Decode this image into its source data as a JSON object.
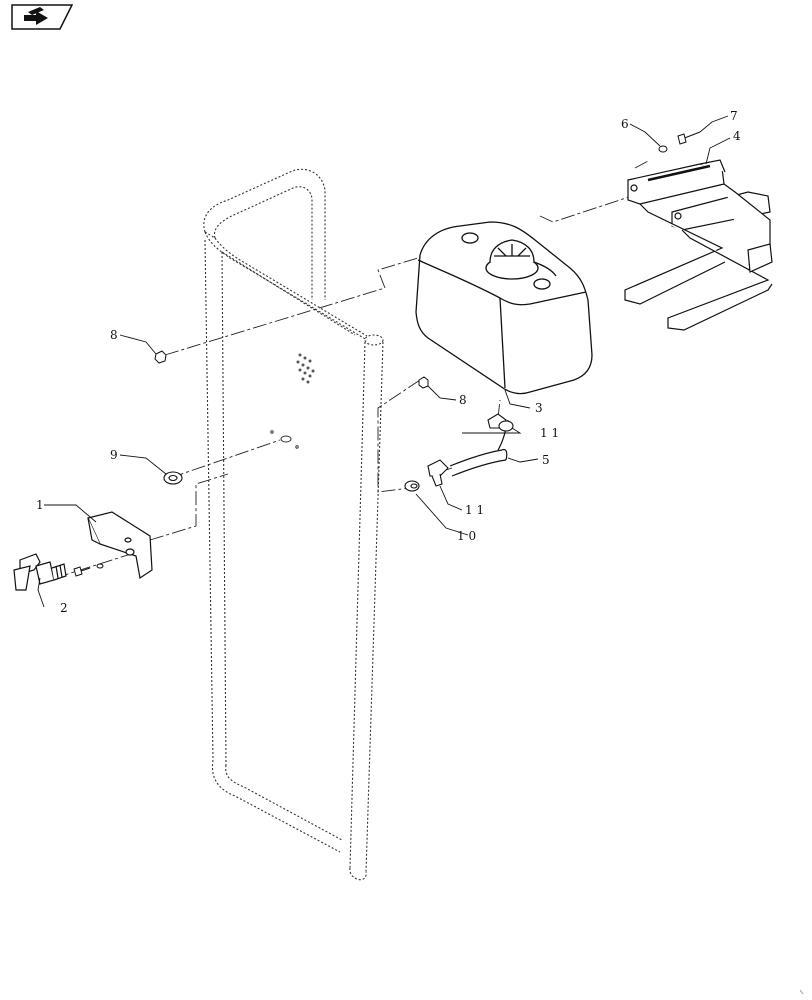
{
  "nav": {
    "icon": "next-page-arrow-icon"
  },
  "callouts": [
    {
      "id": "c1",
      "label": "1"
    },
    {
      "id": "c2",
      "label": "2"
    },
    {
      "id": "c3",
      "label": "3"
    },
    {
      "id": "c4",
      "label": "4"
    },
    {
      "id": "c5",
      "label": "5"
    },
    {
      "id": "c6",
      "label": "6"
    },
    {
      "id": "c7",
      "label": "7"
    },
    {
      "id": "c8a",
      "label": "8"
    },
    {
      "id": "c8b",
      "label": "8"
    },
    {
      "id": "c9",
      "label": "9"
    },
    {
      "id": "c10",
      "label": "1 0"
    },
    {
      "id": "c11a",
      "label": "1 1"
    },
    {
      "id": "c11b",
      "label": "1 1"
    }
  ]
}
